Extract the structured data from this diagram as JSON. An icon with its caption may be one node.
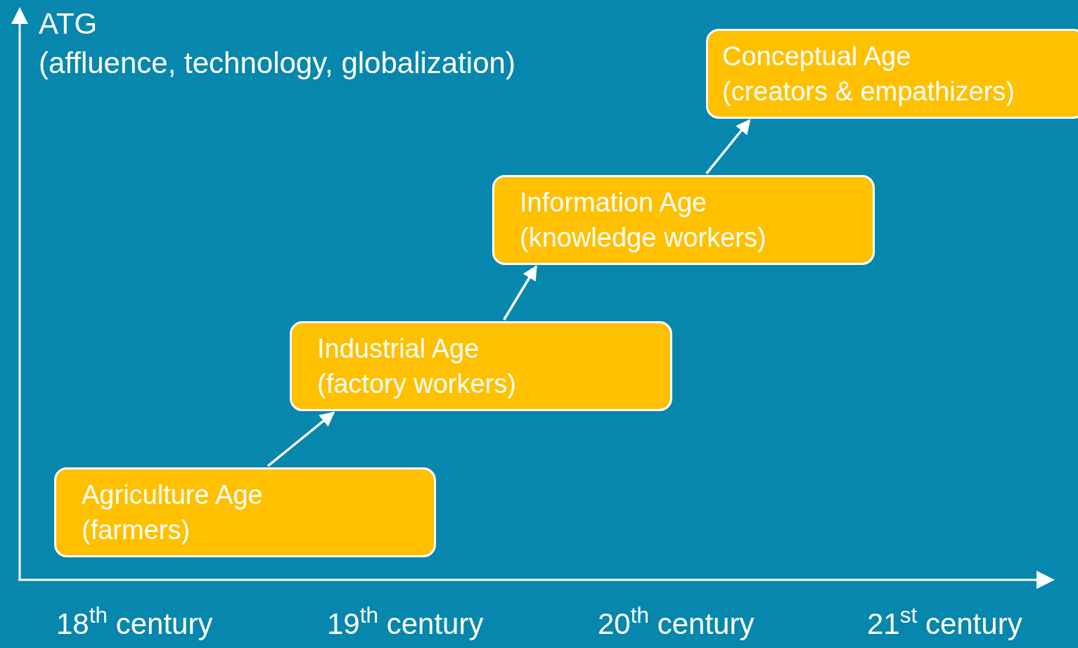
{
  "diagram": {
    "nodes": [
      {
        "text": [
          "Agriculture Age",
          "(farmers)"
        ]
      },
      {
        "text": [
          "Industrial Age",
          "(factory workers)"
        ]
      },
      {
        "text": [
          "Information Age",
          "(knowledge workers)"
        ]
      },
      {
        "text": [
          "Conceptual Age",
          "(creators & empathizers)"
        ]
      }
    ],
    "edges": [
      {
        "from": 0,
        "to": 1,
        "arrow": "to"
      },
      {
        "from": 1,
        "to": 2,
        "arrow": "to"
      },
      {
        "from": 2,
        "to": 3,
        "arrow": "to"
      }
    ],
    "labels": [
      "ATG",
      "(affluence, technology, globalization)",
      "18$^{th}$ century",
      "19$^{th}$ century",
      "20$^{th}$ century",
      "21$^{st}$ century"
    ]
  }
}
